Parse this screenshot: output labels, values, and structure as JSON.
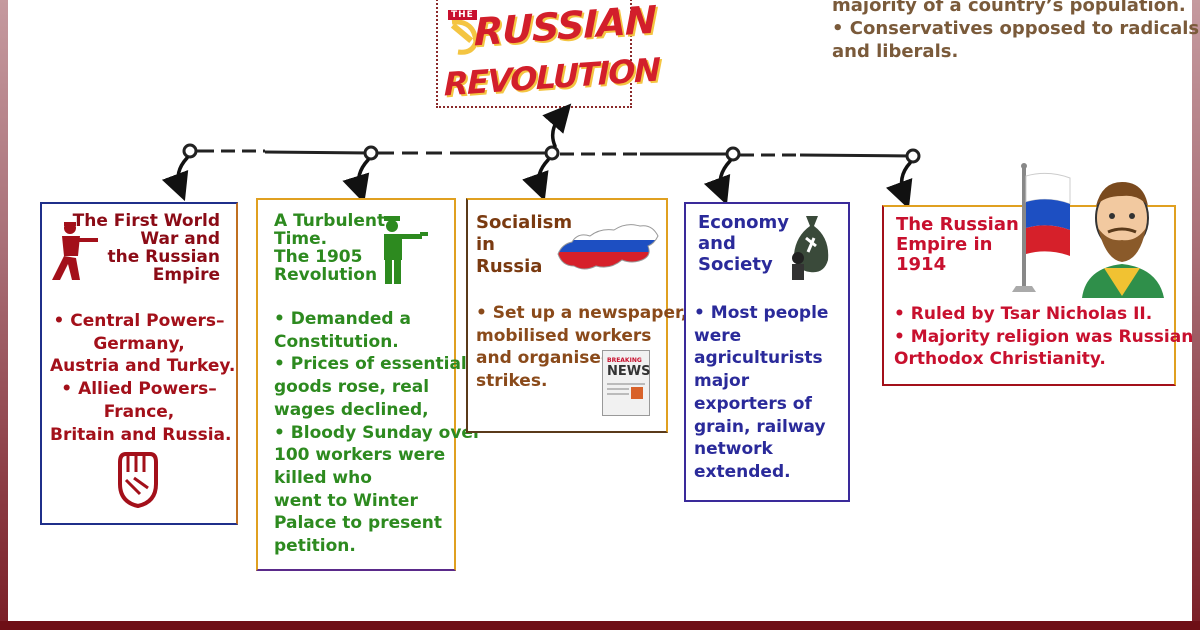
{
  "title": {
    "small": "THE",
    "line1": "RUSSIAN",
    "line2": "REVOLUTION"
  },
  "top_note": {
    "lines": [
      "majority of a country’s population.",
      "• Conservatives opposed to radicals",
      "and liberals."
    ]
  },
  "cards": [
    {
      "title_lines": [
        "The First World",
        "War and",
        "the Russian",
        "Empire"
      ],
      "body_lines": [
        "• Central Powers–",
        "Germany,",
        "Austria and Turkey.",
        "• Allied Powers–",
        "France,",
        "Britain and Russia."
      ],
      "icons": [
        "soldier-icon",
        "raised-fist-icon"
      ]
    },
    {
      "title_lines": [
        "A Turbulent",
        "Time.",
        "The 1905",
        "Revolution"
      ],
      "body_lines": [
        "• Demanded a",
        "Constitution.",
        "• Prices of essential",
        "goods rose, real",
        "wages declined,",
        "• Bloody Sunday over",
        "100 workers were",
        "killed who",
        "went to Winter",
        "Palace to present",
        "petition."
      ],
      "icons": [
        "gunman-icon"
      ]
    },
    {
      "title_lines": [
        "Socialism",
        "in",
        "Russia"
      ],
      "body_lines": [
        "• Set up a newspaper,",
        "mobilised workers",
        "and organised",
        "strikes."
      ],
      "icons": [
        "russia-map-icon",
        "newspaper-icon"
      ],
      "newspaper_label_top": "BREAKING",
      "newspaper_label_main": "NEWS"
    },
    {
      "title_lines": [
        "Economy",
        "and",
        "Society"
      ],
      "body_lines": [
        "• Most people",
        "were",
        "agriculturists",
        "major",
        "exporters of",
        "grain, railway",
        "network",
        "extended."
      ],
      "icons": [
        "money-bag-icon"
      ]
    },
    {
      "title_lines": [
        "The Russian",
        "Empire in",
        "1914"
      ],
      "body_lines": [
        "• Ruled by Tsar Nicholas II.",
        "• Majority religion was Russian",
        "Orthodox Christianity."
      ],
      "icons": [
        "russian-flag-icon",
        "tsar-portrait-icon"
      ]
    }
  ],
  "colors": {
    "frame": "#6e0f16",
    "title_red": "#d21f2b",
    "card1": "#a3101a",
    "card2": "#2d8a1f",
    "card3": "#8a4a1a",
    "card4": "#2a2a9a",
    "card5": "#c8102e"
  }
}
